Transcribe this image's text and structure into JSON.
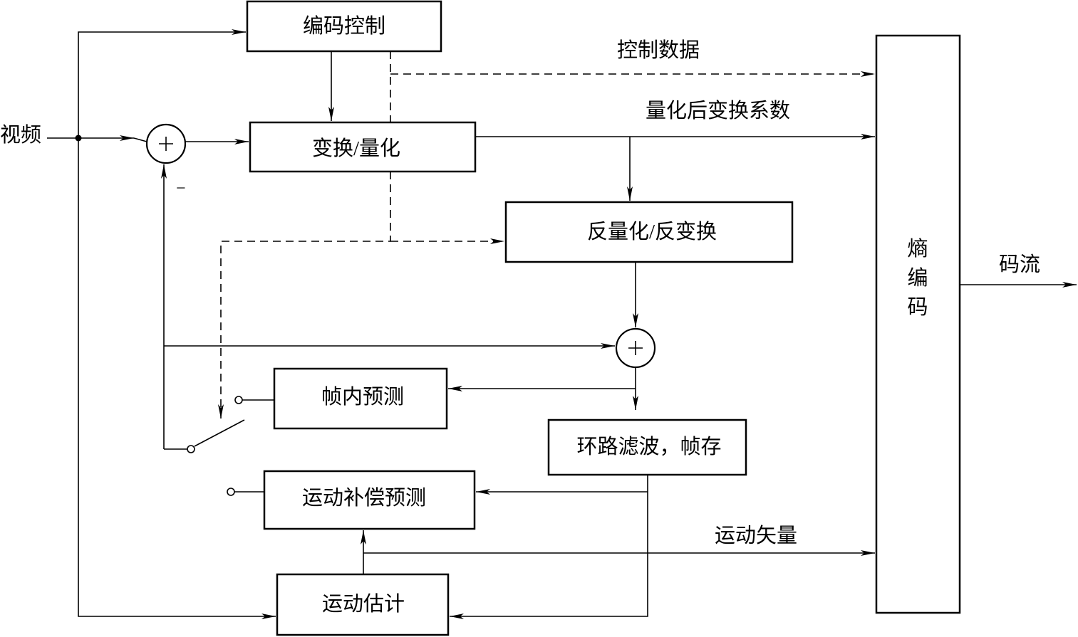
{
  "diagram": {
    "input_label": "视频",
    "output_label": "码流",
    "blocks": {
      "coding_control": "编码控制",
      "transform_quant": "变换/量化",
      "inverse_quant": "反量化/反变换",
      "intra_pred": "帧内预测",
      "loop_filter": "环路滤波，帧存",
      "motion_comp": "运动补偿预测",
      "motion_est": "运动估计",
      "entropy_coding": "熵编码"
    },
    "entropy_coding_chars": [
      "熵",
      "编",
      "码"
    ],
    "edge_labels": {
      "control_data": "控制数据",
      "quantized_coeffs": "量化后变换系数",
      "motion_vectors": "运动矢量"
    },
    "operators": {
      "sum_symbol": "+",
      "minus_sign": "−"
    }
  }
}
